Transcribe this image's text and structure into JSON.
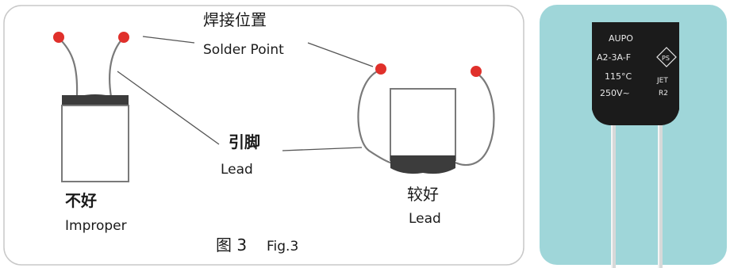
{
  "labels": {
    "solder_point_zh": "焊接位置",
    "solder_point_en": "Solder Point",
    "lead_zh": "引脚",
    "lead_en": "Lead",
    "improper_zh": "不好",
    "improper_en": "Improper",
    "better_zh": "较好",
    "better_en": "Lead",
    "figure_zh": "图 3",
    "figure_en": "Fig.3"
  },
  "component_marking": {
    "line1": "AUPO",
    "line2": "A2-3A-F",
    "line3": "115°C",
    "line4": "250V~",
    "cert1": "JET",
    "cert2": "R2",
    "cert_logo": "PS"
  },
  "colors": {
    "solder_dot": "#e0302b",
    "panel_border": "#c8c8c8",
    "photo_bg": "#9fd6d9",
    "fuse_body": "#1b1b1b",
    "dark_band": "#3c3c3c"
  }
}
